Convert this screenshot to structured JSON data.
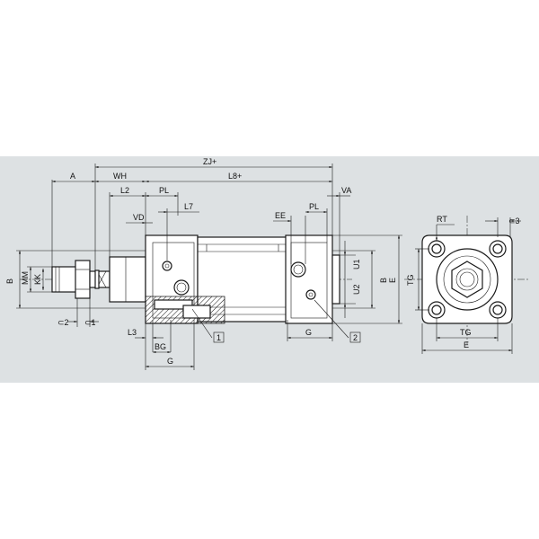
{
  "labels": {
    "A": "A",
    "WH": "WH",
    "ZJ": "ZJ+",
    "L2": "L2",
    "PL_top": "PL",
    "L8": "L8+",
    "VA": "VA",
    "L7": "L7",
    "VD": "VD",
    "EE": "EE",
    "PL_right": "PL",
    "B_left": "B",
    "MM": "MM",
    "KK": "KK",
    "C2": "⊂2",
    "C1": "⊂1",
    "L3": "L3",
    "BG": "BG",
    "G_bottom": "G",
    "G_right": "G",
    "callout1": "1",
    "callout2": "2",
    "U1": "U1",
    "U2": "U2",
    "B_mid": "B",
    "E_mid": "E",
    "RT": "RT",
    "C3": "⊂3",
    "TG_vert": "TG",
    "TG_horiz": "TG",
    "E_bottom": "E"
  }
}
